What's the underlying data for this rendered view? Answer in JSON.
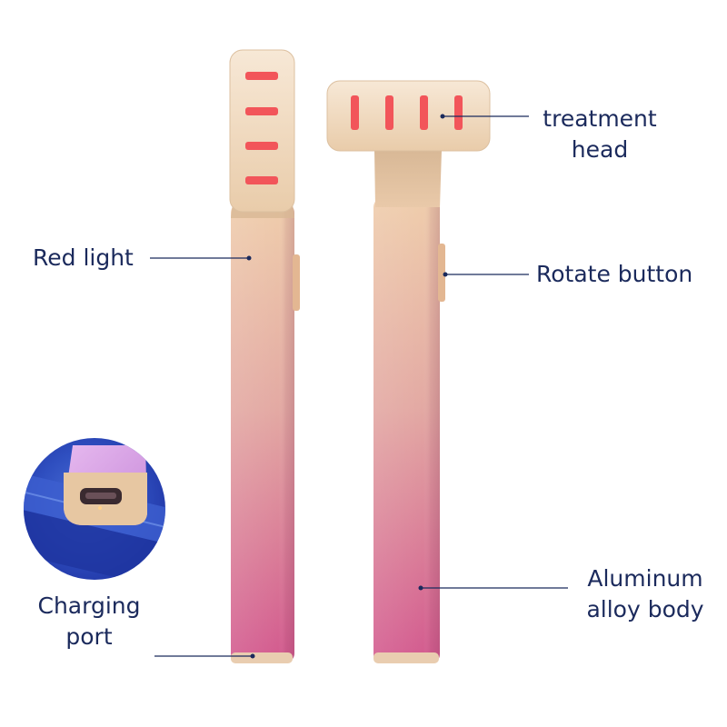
{
  "labels": {
    "treatment_head": [
      "treatment",
      "head"
    ],
    "red_light": "Red light",
    "rotate_button": "Rotate button",
    "charging_port": [
      "Charging",
      "port"
    ],
    "aluminum_alloy_body": [
      "Aluminum",
      "alloy body"
    ]
  },
  "colors": {
    "label_text": "#1b2a5c",
    "leader_line": "#1b2a5c",
    "body_top": "#ecc7a7",
    "body_bottom": "#d35a8f",
    "head_cap": "#f2ddc4",
    "led": "#f2555a"
  }
}
